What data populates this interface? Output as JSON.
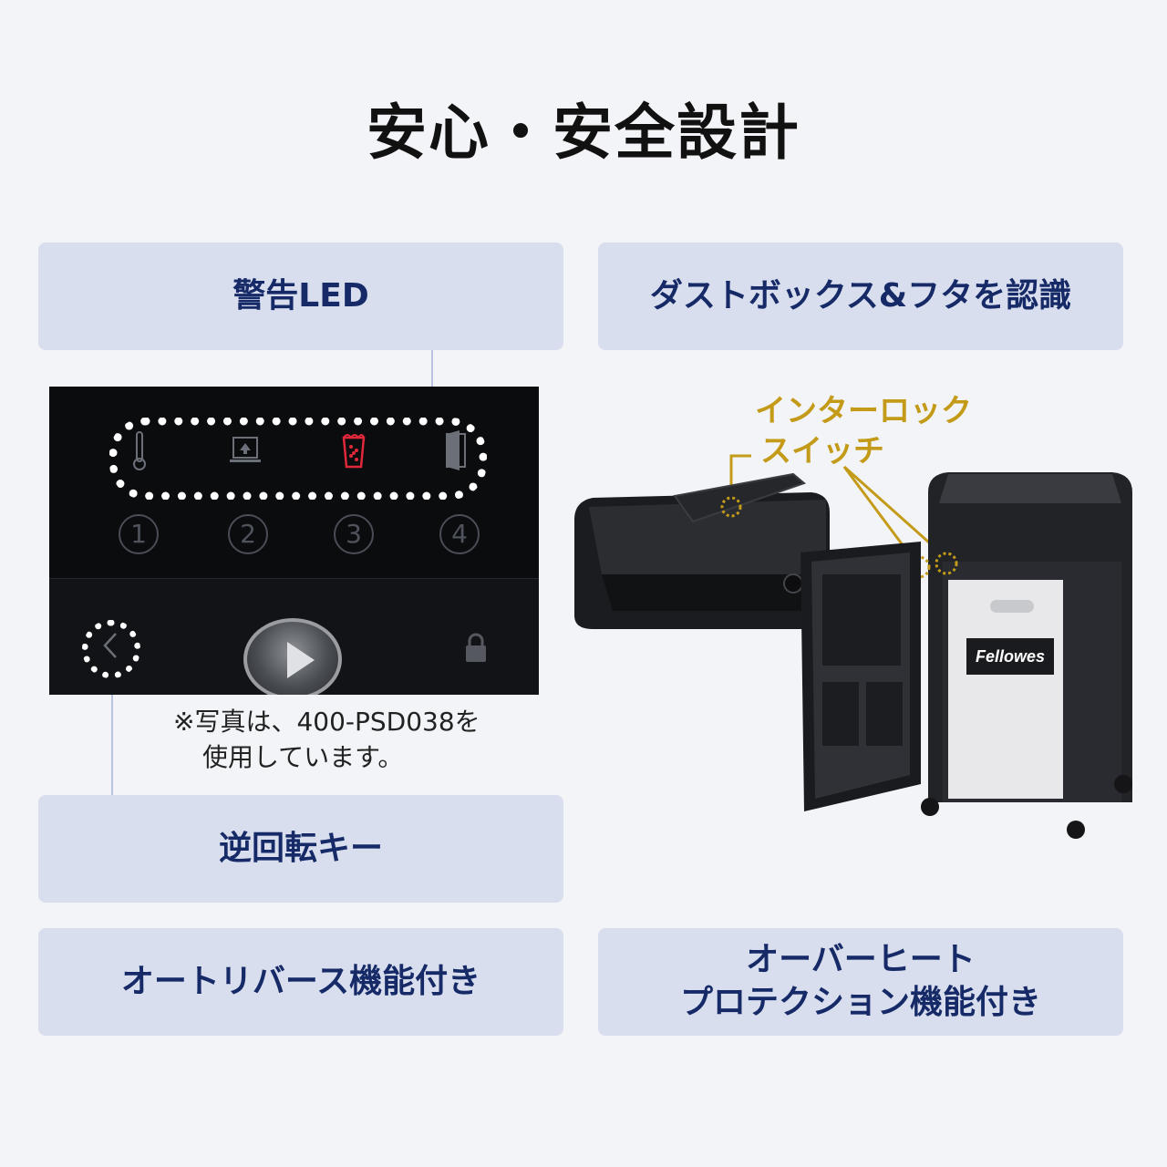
{
  "title": "安心・安全設計",
  "cards": {
    "led": "警告LED",
    "dustbox": "ダストボックス&フタを認識",
    "reverse_key": "逆回転キー",
    "auto_reverse": "オートリバース機能付き",
    "overheat_line1": "オーバーヒート",
    "overheat_line2": "プロテクション機能付き"
  },
  "panel": {
    "numbers": [
      "1",
      "2",
      "3",
      "4"
    ]
  },
  "note": {
    "line1": "※写真は、400-PSD038を",
    "line2": "使用しています。"
  },
  "interlock": {
    "line1": "インターロック",
    "line2": "スイッチ"
  },
  "product": {
    "brand": "Fellowes"
  },
  "colors": {
    "card_bg": "#d9deef",
    "card_text": "#152a66",
    "accent_gold": "#c49a19",
    "led_red": "#e0283a"
  }
}
